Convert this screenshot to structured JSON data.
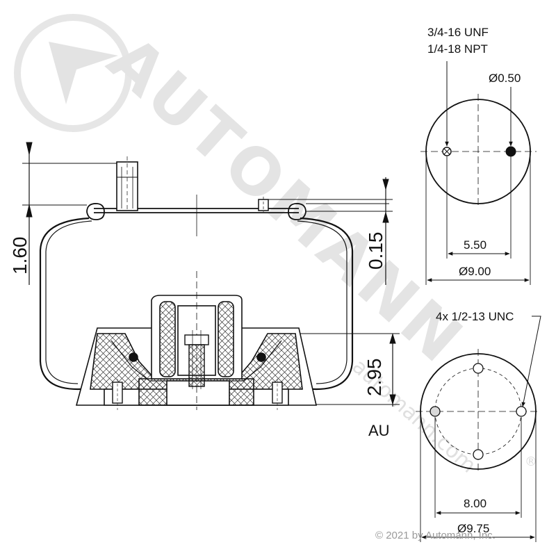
{
  "watermark": {
    "brand": "AUTOMANN",
    "url": "automann.com",
    "mark": "®"
  },
  "side_view": {
    "dim_top": "1.60",
    "dim_right_top": "0.15",
    "dim_right_bottom": "2.95",
    "code": "AU"
  },
  "top_plate": {
    "thread_line1": "3/4-16 UNF",
    "thread_line2": "1/4-18 NPT",
    "hole_diameter": "Ø0.50",
    "hole_spacing": "5.50",
    "plate_diameter": "Ø9.00"
  },
  "bottom_plate": {
    "bolt_spec": "4x 1/2-13 UNC",
    "bolt_spacing": "8.00",
    "plate_diameter": "Ø9.75"
  },
  "copyright": "© 2021 by Automann, Inc.",
  "colors": {
    "line": "#111111",
    "watermark": "#e3e3e3",
    "bolt_fill": "#d9d9d9"
  }
}
